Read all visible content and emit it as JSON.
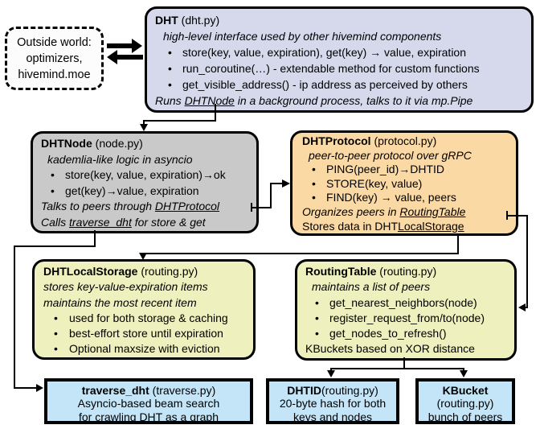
{
  "outside_world": {
    "lines": [
      "Outside world:",
      "optimizers,",
      "hivemind.moe"
    ]
  },
  "dht": {
    "title_name": "DHT",
    "title_file": " (dht.py)",
    "subtitle": "high-level interface used by other hivemind components",
    "bullets": [
      "store(key, value, expiration), get(key) → value, expiration",
      "run_coroutine(…) - extendable method for custom functions",
      "get_visible_address() - ip address as perceived by others"
    ],
    "footer_pre": "Runs ",
    "footer_underline": "DHTNode",
    "footer_post": " in a background process, talks to it via mp.Pipe"
  },
  "dhtnode": {
    "title_name": "DHTNode",
    "title_file": " (node.py)",
    "subtitle": "kademlia-like logic in asyncio",
    "bullets": [
      "store(key, value, expiration)→ok",
      "get(key)→value, expiration"
    ],
    "footer1_pre": "Talks to peers through ",
    "footer1_underline": "DHTProtocol",
    "footer2_pre": "Calls ",
    "footer2_underline": "traverse_dht",
    "footer2_post": " for store & get"
  },
  "dhtprotocol": {
    "title_name": "DHTProtocol",
    "title_file": " (protocol.py)",
    "subtitle": "peer-to-peer protocol over gRPC",
    "bullets": [
      "PING(peer_id)→DHTID",
      "STORE(key, value)",
      "FIND(key) → value, peers"
    ],
    "footer1_pre": "Organizes peers in ",
    "footer1_underline": "RoutingTable",
    "footer2_pre": "Stores data in DHT",
    "footer2_underline": "LocalStorage"
  },
  "dhtlocalstorage": {
    "title_name": "DHTLocalStorage",
    "title_file": " (routing.py)",
    "subtitle1": "stores key-value-expiration items",
    "subtitle2": "maintains the most recent item",
    "bullets": [
      "used for both storage & caching",
      "best-effort store until expiration",
      "Optional maxsize with eviction"
    ]
  },
  "routingtable": {
    "title_name": "RoutingTable",
    "title_file": " (routing.py)",
    "subtitle": "maintains a list of peers",
    "bullets": [
      "get_nearest_neighbors(node)",
      "register_request_from/to(node)",
      "get_nodes_to_refresh()"
    ],
    "footer": "KBuckets based on XOR distance"
  },
  "traverse": {
    "title_name": "traverse_dht",
    "title_file": " (traverse.py)",
    "lines": [
      "Asyncio-based beam search",
      "for crawling DHT as a graph"
    ]
  },
  "dhtid": {
    "title_name": "DHTID",
    "title_file": "(routing.py)",
    "lines": [
      "20-byte hash for both",
      "keys and nodes"
    ]
  },
  "kbucket": {
    "title_name": "KBucket",
    "title_file": "(routing.py)",
    "lines": [
      "bunch of peers"
    ]
  },
  "colors": {
    "dht_fill": "#d5d9eb",
    "dhtnode_fill": "#c9c9c9",
    "dhtprotocol_fill": "#fbd9a5",
    "storage_fill": "#eef0bd",
    "routingtable_fill": "#eef0bd",
    "bottom_fill": "#c3e5f7",
    "outline": "#000000"
  }
}
